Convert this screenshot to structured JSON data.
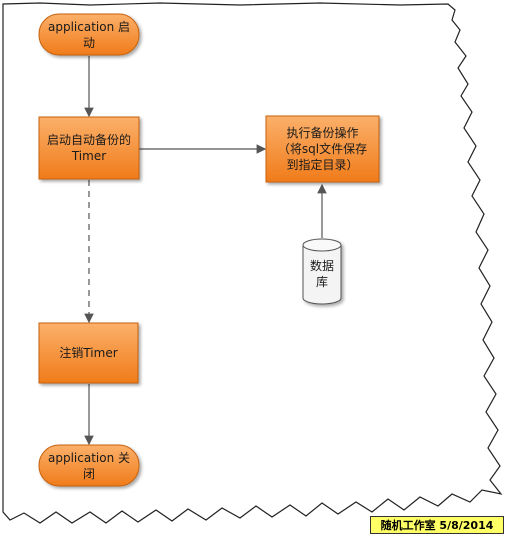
{
  "nodes": {
    "start": "application 启\n动",
    "timer": "启动自动备份的\nTimer",
    "backup": "执行备份操作\n（将sql文件保存\n到指定目录）",
    "database": "数据\n库",
    "cancel": "注销Timer",
    "end": "application 关\n闭"
  },
  "colors": {
    "node_fill_top": "#fbb06a",
    "node_fill_bottom": "#f07b1a",
    "node_stroke": "#c7620f",
    "db_fill": "#f4f4f4",
    "db_stroke": "#555555",
    "arrow": "#555555",
    "watermark_bg": "#ffff66"
  },
  "watermark": "随机工作室 5/8/2014"
}
